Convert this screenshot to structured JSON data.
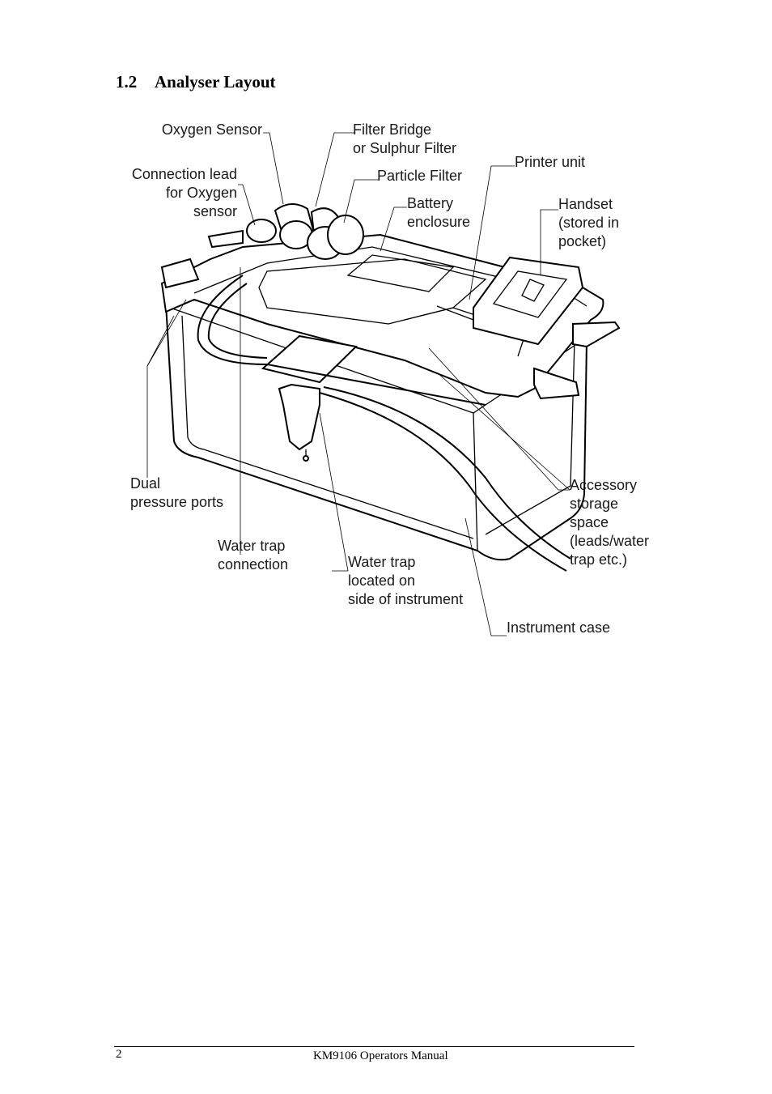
{
  "section": {
    "number": "1.2",
    "title": "Analyser Layout"
  },
  "labels": {
    "oxygen_sensor": [
      "Oxygen Sensor"
    ],
    "filter_bridge": [
      "Filter Bridge",
      "or Sulphur Filter"
    ],
    "connection_lead": [
      "Connection lead",
      "for Oxygen",
      "sensor"
    ],
    "particle_filter": [
      "Particle Filter"
    ],
    "printer_unit": [
      "Printer unit"
    ],
    "battery_enclosure": [
      "Battery",
      "enclosure"
    ],
    "handset": [
      "Handset",
      "(stored in",
      "pocket)"
    ],
    "dual_pressure_ports": [
      "Dual",
      "pressure ports"
    ],
    "water_trap_connection": [
      "Water trap",
      "connection"
    ],
    "water_trap_located": [
      "Water trap",
      "located on",
      "side of instrument"
    ],
    "accessory_storage": [
      "Accessory",
      "storage",
      "space",
      "(leads/water",
      "trap etc.)"
    ],
    "instrument_case": [
      "Instrument case"
    ]
  },
  "footer": {
    "page_number": "2",
    "manual_title": "KM9106 Operators Manual"
  }
}
